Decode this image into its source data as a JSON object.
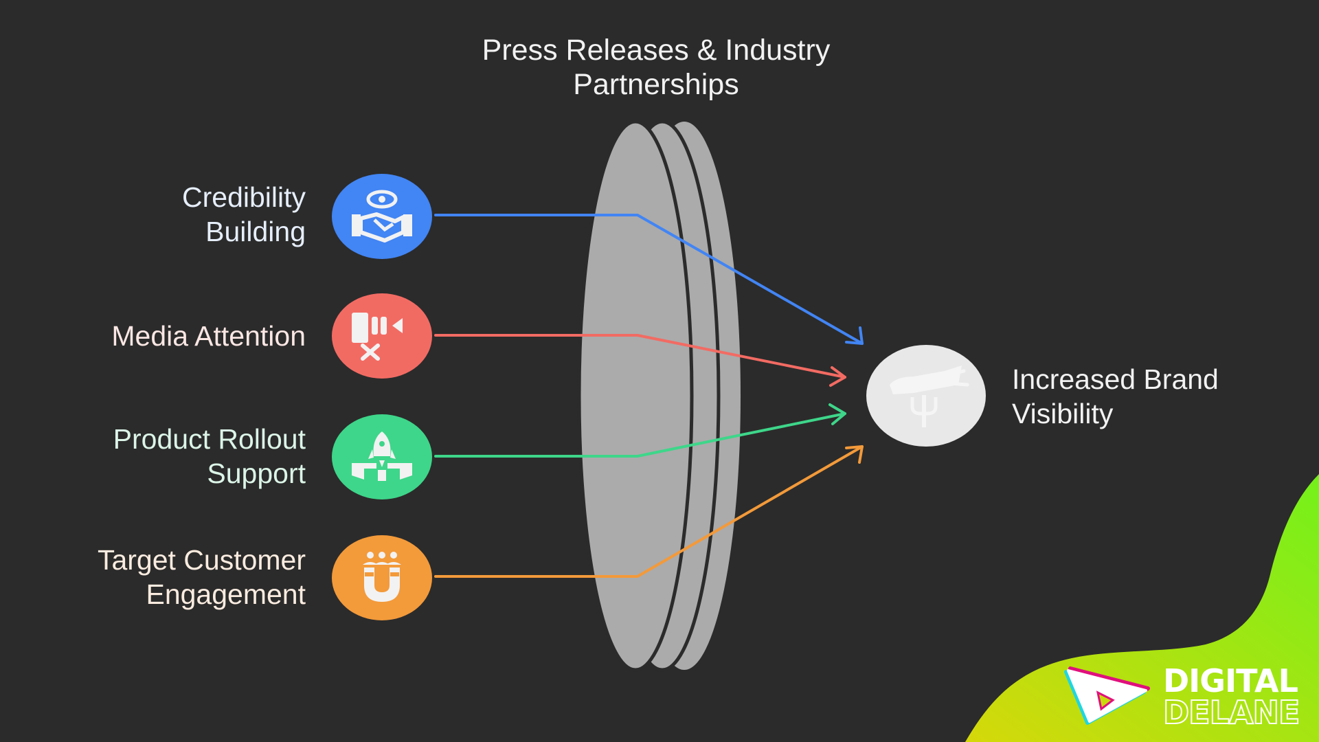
{
  "diagram": {
    "title": "Press Releases & Industry Partnerships",
    "title_lines": [
      "Press Releases & Industry",
      "Partnerships"
    ],
    "inputs": [
      {
        "label_lines": [
          "Credibility",
          "Building"
        ],
        "icon": "handshake-eye-icon",
        "color": "#4285f4"
      },
      {
        "label_lines": [
          "Media Attention"
        ],
        "icon": "camera-off-icon",
        "color": "#f26b63"
      },
      {
        "label_lines": [
          "Product Rollout",
          "Support"
        ],
        "icon": "rocket-launch-icon",
        "color": "#3ed68a"
      },
      {
        "label_lines": [
          "Target Customer",
          "Engagement"
        ],
        "icon": "magnet-audience-icon",
        "color": "#f39a3a"
      }
    ],
    "lens": {
      "label": "Press Releases & Industry Partnerships",
      "color": "#ababab"
    },
    "outcome": {
      "label_lines": [
        "Increased Brand",
        "Visibility"
      ],
      "icon": "megaphone-icon",
      "color": "#e8e8e8"
    }
  },
  "branding": {
    "logo_line1": "DIGITAL",
    "logo_line2": "DELANE",
    "blob_colors": [
      "#d4d90a",
      "#7cf018"
    ]
  },
  "colors": {
    "background": "#2b2b2b",
    "blue": "#4285f4",
    "red": "#f26b63",
    "green": "#3ed68a",
    "orange": "#f39a3a"
  }
}
